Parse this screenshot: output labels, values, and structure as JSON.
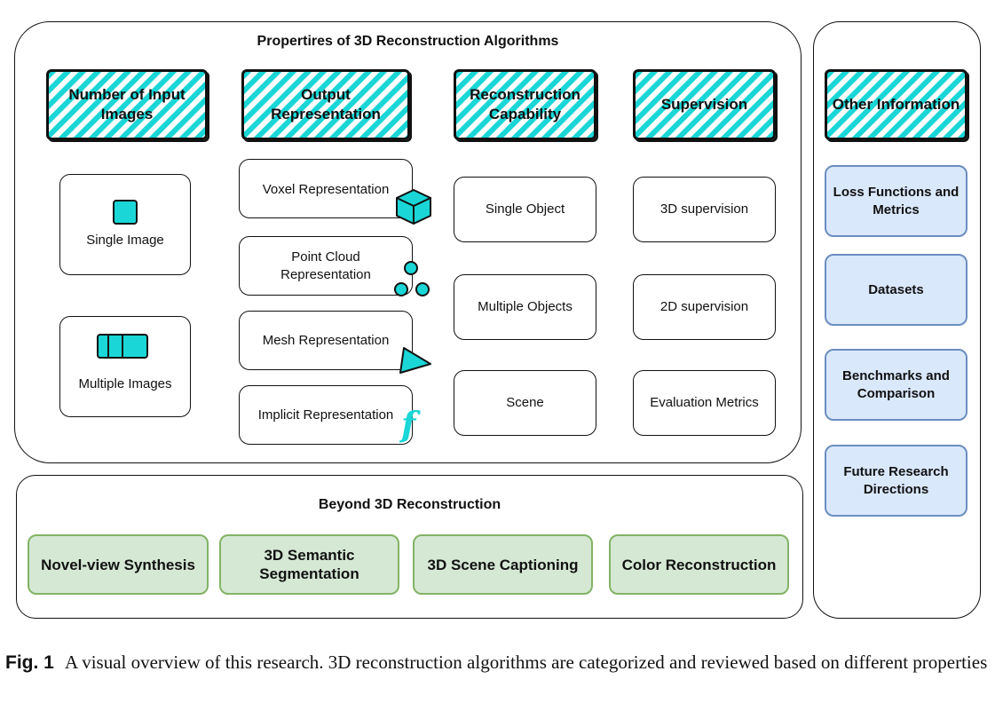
{
  "colors": {
    "accent": "#1ad6d6",
    "blue_fill": "#dae8fc",
    "blue_border": "#6c8ebf",
    "green_fill": "#d5e8d4",
    "green_border": "#82b366"
  },
  "main": {
    "title": "Propertires of 3D Reconstruction Algorithms",
    "headers": {
      "input_images": "Number of Input Images",
      "output_rep": "Output Representation",
      "capability": "Reconstruction Capability",
      "supervision": "Supervision"
    },
    "input_images": {
      "single": "Single Image",
      "multiple": "Multiple Images"
    },
    "output_rep": {
      "voxel": "Voxel Representation",
      "point_cloud": "Point Cloud Representation",
      "mesh": "Mesh Representation",
      "implicit": "Implicit Representation",
      "implicit_icon_glyph": "f"
    },
    "capability": {
      "single": "Single Object",
      "multiple": "Multiple Objects",
      "scene": "Scene"
    },
    "supervision": {
      "s3d": "3D supervision",
      "s2d": "2D supervision",
      "metrics": "Evaluation Metrics"
    }
  },
  "other": {
    "header": "Other Information",
    "items": [
      "Loss Functions and Metrics",
      "Datasets",
      "Benchmarks and Comparison",
      "Future Research Directions"
    ]
  },
  "beyond": {
    "title": "Beyond 3D Reconstruction",
    "items": [
      "Novel-view Synthesis",
      "3D Semantic Segmentation",
      "3D Scene Captioning",
      "Color Reconstruction"
    ]
  },
  "caption": {
    "label": "Fig. 1",
    "text": "A visual overview of this research. 3D reconstruction algorithms are categorized and reviewed based on different properties"
  }
}
